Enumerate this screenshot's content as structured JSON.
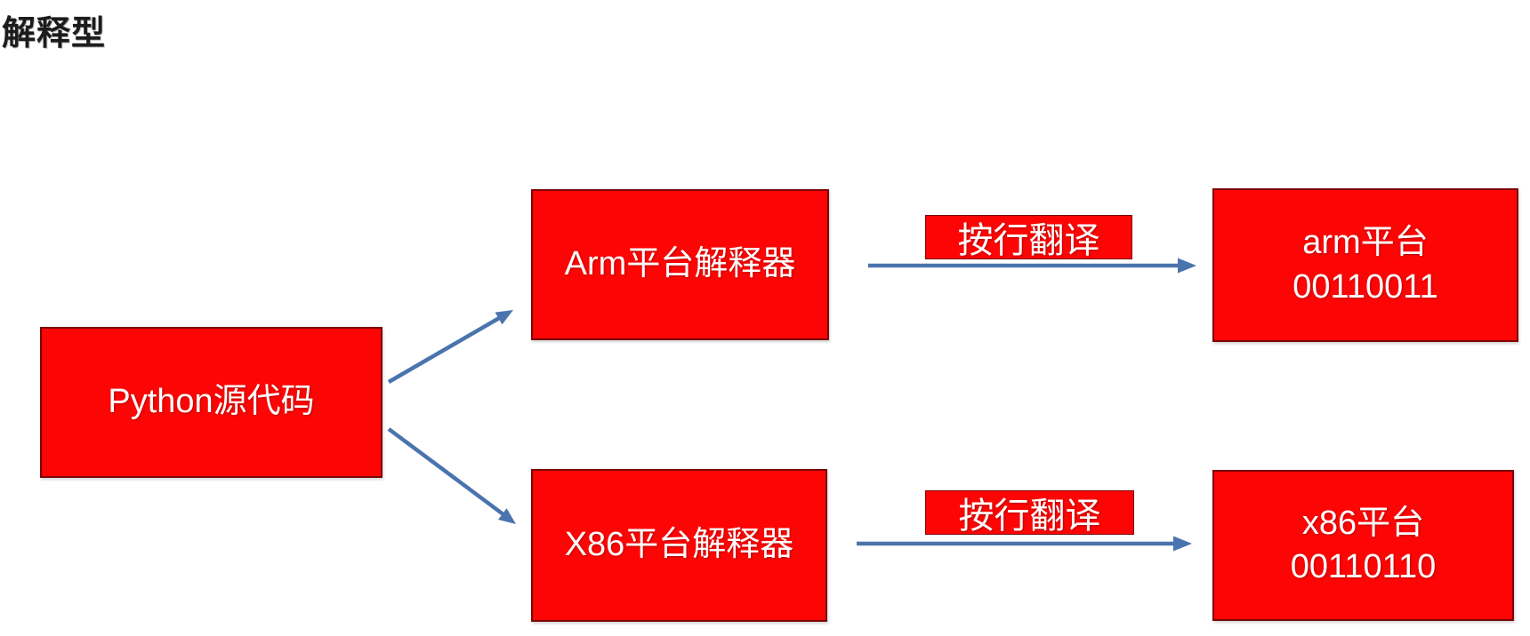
{
  "title": "解释型",
  "colors": {
    "box_red": "#fe0505",
    "box_border": "#7a0606",
    "arrow_blue": "#4a74ae",
    "text_white": "#ffffff",
    "title_black": "#1c1c1c"
  },
  "diagram": {
    "source_box": {
      "label": "Python源代码"
    },
    "branches": [
      {
        "interpreter_label": "Arm平台解释器",
        "arrow_label": "按行翻译",
        "output_line1": "arm平台",
        "output_line2": "00110011"
      },
      {
        "interpreter_label": "X86平台解释器",
        "arrow_label": "按行翻译",
        "output_line1": "x86平台",
        "output_line2": "00110110"
      }
    ]
  }
}
